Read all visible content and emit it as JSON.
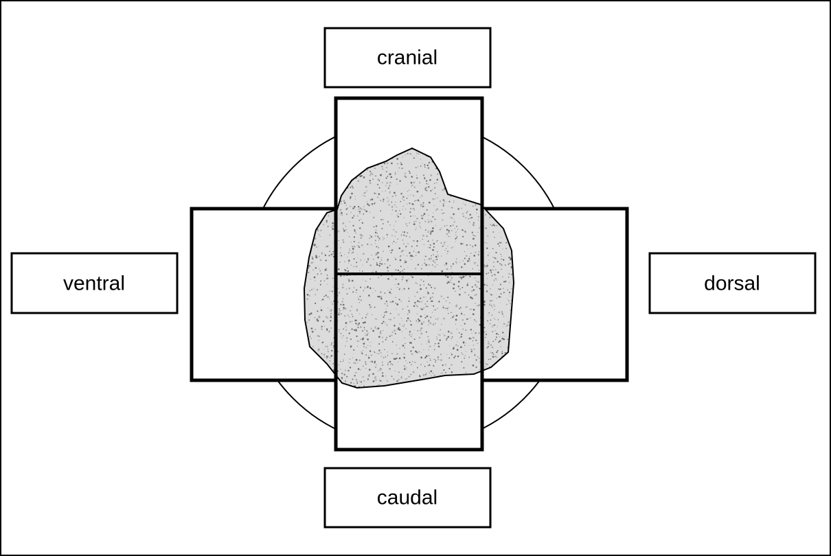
{
  "labels": {
    "cranial": "cranial",
    "ventral": "ventral",
    "dorsal": "dorsal",
    "caudal": "caudal"
  },
  "colors": {
    "line": "#000000",
    "background": "#ffffff",
    "specimen_fill": "#dcdcdc",
    "speckle_dark": "#6e6e6e",
    "speckle_light": "#a8a8a8"
  }
}
